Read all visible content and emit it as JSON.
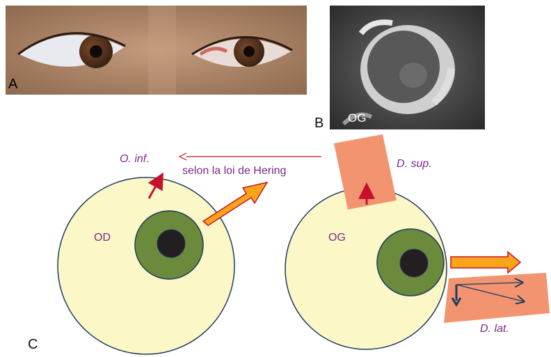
{
  "panels": {
    "a": {
      "letter": "A"
    },
    "b": {
      "letter": "B",
      "label": "OG"
    },
    "c": {
      "letter": "C"
    }
  },
  "diagram": {
    "right_eye_label": "OD",
    "left_eye_label": "OG",
    "hering_label": "selon la loi de Hering",
    "muscles": {
      "inferior_oblique": "O. inf.",
      "superior_rectus": "D. sup.",
      "lateral_rectus": "D. lat."
    }
  },
  "colors": {
    "sclera": "#fbf7c6",
    "iris": "#6c8a3c",
    "pupil": "#231f20",
    "muscle": "#f39470",
    "red_arrow": "#c8102e",
    "orange_arrow": "#f9a51a",
    "blue_arrow": "#1f3a5f",
    "label_purple": "#7a2a8a"
  }
}
